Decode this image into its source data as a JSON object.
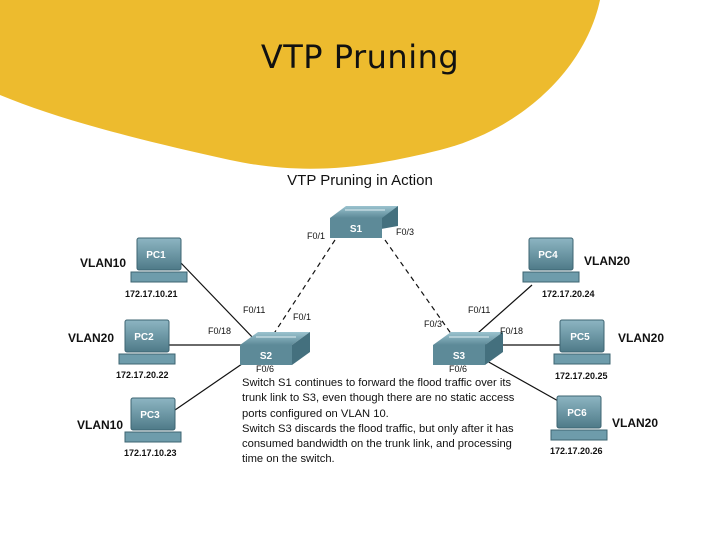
{
  "slide": {
    "title": "VTP Pruning"
  },
  "diagram": {
    "title": "VTP Pruning in Action",
    "switches": [
      {
        "id": "S1",
        "label": "S1"
      },
      {
        "id": "S2",
        "label": "S2"
      },
      {
        "id": "S3",
        "label": "S3"
      }
    ],
    "hosts": [
      {
        "id": "PC1",
        "label": "PC1",
        "vlan": "VLAN10",
        "ip": "172.17.10.21"
      },
      {
        "id": "PC2",
        "label": "PC2",
        "vlan": "VLAN20",
        "ip": "172.17.20.22"
      },
      {
        "id": "PC3",
        "label": "PC3",
        "vlan": "VLAN10",
        "ip": "172.17.10.23"
      },
      {
        "id": "PC4",
        "label": "PC4",
        "vlan": "VLAN20",
        "ip": "172.17.20.24"
      },
      {
        "id": "PC5",
        "label": "PC5",
        "vlan": "VLAN20",
        "ip": "172.17.20.25"
      },
      {
        "id": "PC6",
        "label": "PC6",
        "vlan": "VLAN20",
        "ip": "172.17.20.26"
      }
    ],
    "ports": {
      "s1_left": "F0/1",
      "s1_right": "F0/3",
      "s2_pc1": "F0/11",
      "s2_s1": "F0/1",
      "s2_pc2": "F0/18",
      "s2_pc3": "F0/6",
      "s3_pc4": "F0/11",
      "s3_s1": "F0/3",
      "s3_pc5": "F0/18",
      "s3_pc6": "F0/6"
    },
    "note_lines": [
      "Switch S1 continues to forward the flood traffic over its",
      "trunk link to S3, even though there are no static access",
      "ports configured on VLAN 10.",
      "Switch S3 discards the flood traffic, but only after it has",
      "consumed bandwidth on the trunk link, and processing",
      "time on the switch."
    ]
  },
  "colors": {
    "accent": "#EDBB2E",
    "switch": "#5D8A98",
    "pc": "#6E9CAB"
  }
}
